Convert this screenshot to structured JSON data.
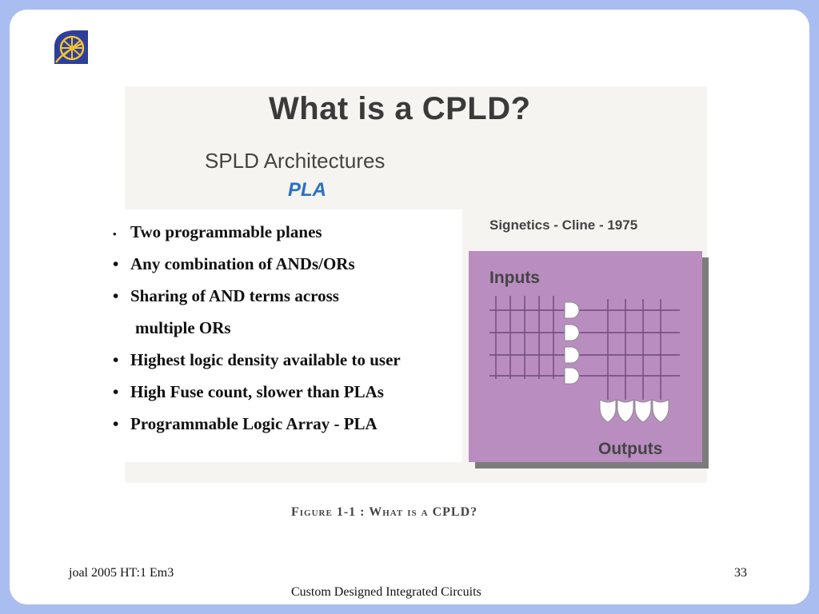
{
  "figure": {
    "title": "What is a CPLD?",
    "subtitle": "SPLD Architectures",
    "subtitle2": "PLA",
    "credit": "Signetics - Cline - 1975",
    "inputs_label": "Inputs",
    "outputs_label": "Outputs",
    "caption": "Figure 1-1 :   What is a CPLD?"
  },
  "bullets": [
    "Two programmable planes",
    "Any combination of ANDs/ORs",
    "Sharing of AND terms across",
    "multiple ORs",
    "Highest logic density available to user",
    "High Fuse count, slower than PLAs",
    "Programmable Logic Array - PLA"
  ],
  "footer": {
    "left": "joal 2005 HT:1 Em3",
    "page": "33",
    "center": "Custom Designed Integrated Circuits"
  },
  "colors": {
    "background": "#a9bdf0",
    "diagram": "#b98dc0",
    "subtitle2": "#2c6fc4"
  }
}
